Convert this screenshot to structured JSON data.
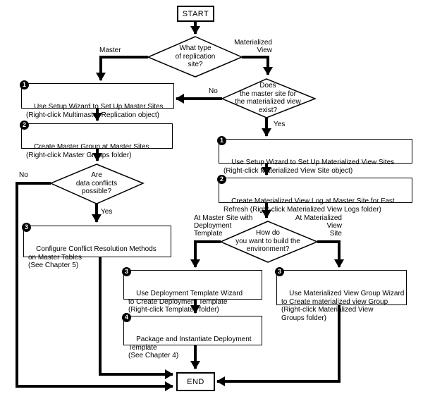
{
  "colors": {
    "line": "#000000",
    "background": "#ffffff",
    "badge_bg": "#000000",
    "badge_text": "#ffffff"
  },
  "terminals": {
    "start": "START",
    "end": "END"
  },
  "decisions": {
    "type": {
      "text": "What type\nof replication\nsite?"
    },
    "master_exists": {
      "text": "Does\nthe master site for\nthe materialized view\nexist?"
    },
    "conflicts": {
      "text": "Are\ndata conflicts\npossible?"
    },
    "build": {
      "text": "How do\nyou want to build the\nenvironment?"
    }
  },
  "edge_labels": {
    "master": "Master",
    "materialized_view": "Materialized\nView",
    "no_master_exists": "No",
    "yes_master_exists": "Yes",
    "no_conflicts": "No",
    "yes_conflicts": "Yes",
    "at_master_site": "At Master Site with\nDeployment\nTemplate",
    "at_mv_site": "At Materialized\nView\nSite"
  },
  "steps": {
    "master_setup": {
      "badge": "1",
      "text": "Use Setup Wizard to Set Up Master Sites\n(Right-click Multimaster Replication object)"
    },
    "master_group": {
      "badge": "2",
      "text": "Create Master Group at Master Sites\n(Right-click Master Groups folder)"
    },
    "conflict_res": {
      "badge": "3",
      "text": "Configure Conflict Resolution Methods\non Master Tables\n(See Chapter 5)"
    },
    "mv_setup": {
      "badge": "1",
      "text": "Use Setup Wizard to Set Up Materialized View Sites\n(Right-click Materialized View Site object)"
    },
    "mv_log": {
      "badge": "2",
      "text": "Create Materialized View Log at Master Site for Fast\nRefresh (Right-click Materialized View Logs folder)"
    },
    "deploy_template": {
      "badge": "3",
      "text": "Use Deployment Template Wizard\nto Create Deployment Template\n(Right-click Templates folder)"
    },
    "package_template": {
      "badge": "4",
      "text": "Package and Instantiate Deployment\nTemplate\n(See Chapter 4)"
    },
    "mv_group": {
      "badge": "3",
      "text": "Use Materialized View Group Wizard\nto Create materialized view Group\n(Right-click Materialized View\nGroups folder)"
    }
  }
}
